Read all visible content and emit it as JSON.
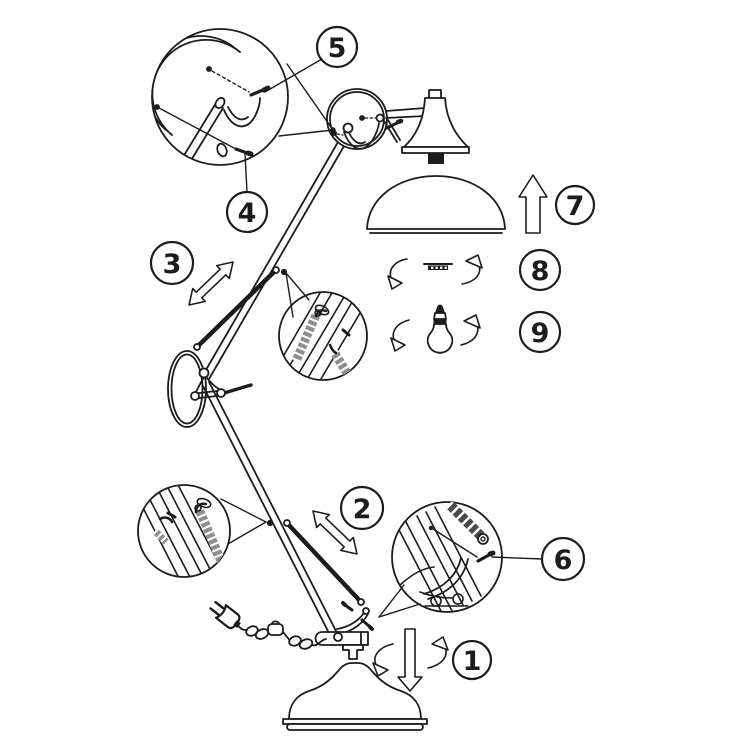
{
  "figure": {
    "kind": "lamp-assembly-instruction-diagram",
    "background_color": "#ffffff",
    "line_color": "#1c1c1c",
    "spring_fill_color": "#8e8e8e",
    "rod_fill_color": "#4a4a4a"
  },
  "callouts": [
    {
      "label": "1",
      "target": "base-stem-rotation"
    },
    {
      "label": "2",
      "target": "lower-arm-extension"
    },
    {
      "label": "3",
      "target": "upper-arm-extension"
    },
    {
      "label": "4",
      "target": "head-bracket-screw-lower"
    },
    {
      "label": "5",
      "target": "head-bracket-screw-upper"
    },
    {
      "label": "6",
      "target": "base-joint-screw"
    },
    {
      "label": "7",
      "target": "shade-mounting"
    },
    {
      "label": "8",
      "target": "shade-ring-rotation"
    },
    {
      "label": "9",
      "target": "bulb-rotation"
    }
  ],
  "parts": [
    "lamp-head-joint",
    "bulb-housing",
    "lamp-shade",
    "upper-arm",
    "upper-tension-rod",
    "elbow-joint",
    "lower-arm",
    "lower-tension-rod",
    "base-joint",
    "power-cord-with-plug-and-switch",
    "lamp-base",
    "shade-ring",
    "light-bulb"
  ]
}
